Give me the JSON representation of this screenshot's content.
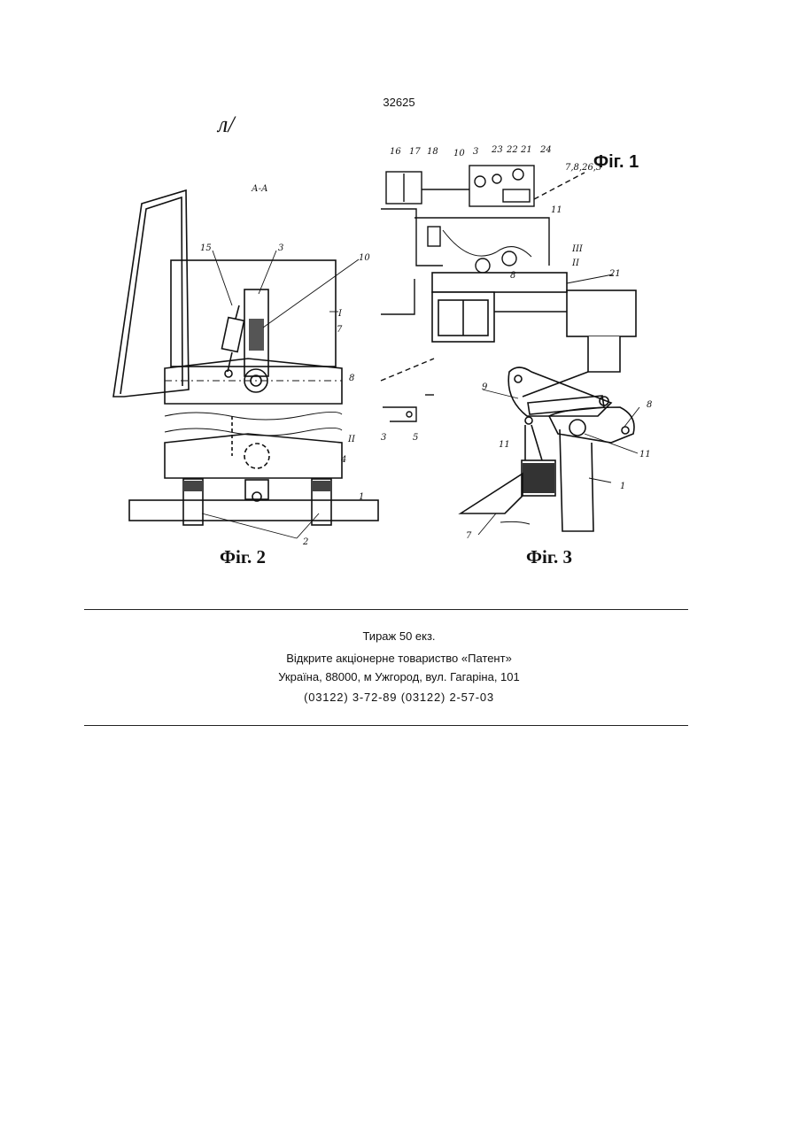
{
  "header": {
    "page_number": "32625",
    "handwritten_mark": "л/"
  },
  "figures": {
    "fig1_caption": "Фіг. 1",
    "fig2_caption": "Фіг. 2",
    "fig3_caption": "Фіг. 3",
    "section_label": "А-А",
    "fig1_labels": [
      "16",
      "17",
      "18",
      "10",
      "3",
      "23",
      "22",
      "21",
      "24",
      "7,8,26,3",
      "11",
      "III",
      "II",
      "8",
      "21",
      "5",
      "3"
    ],
    "fig2_labels": [
      "15",
      "3",
      "10",
      "I",
      "7",
      "8",
      "II",
      "4",
      "1",
      "2"
    ],
    "fig3_labels": [
      "9",
      "8",
      "11",
      "11",
      "1",
      "7"
    ]
  },
  "imprint": {
    "lines": [
      "Тираж 50 екз.",
      "Відкрите акціонерне товариство «Патент»",
      "Україна, 88000, м Ужгород, вул. Гагаріна, 101",
      "(03122) 3-72-89 (03122) 2-57-03"
    ]
  }
}
